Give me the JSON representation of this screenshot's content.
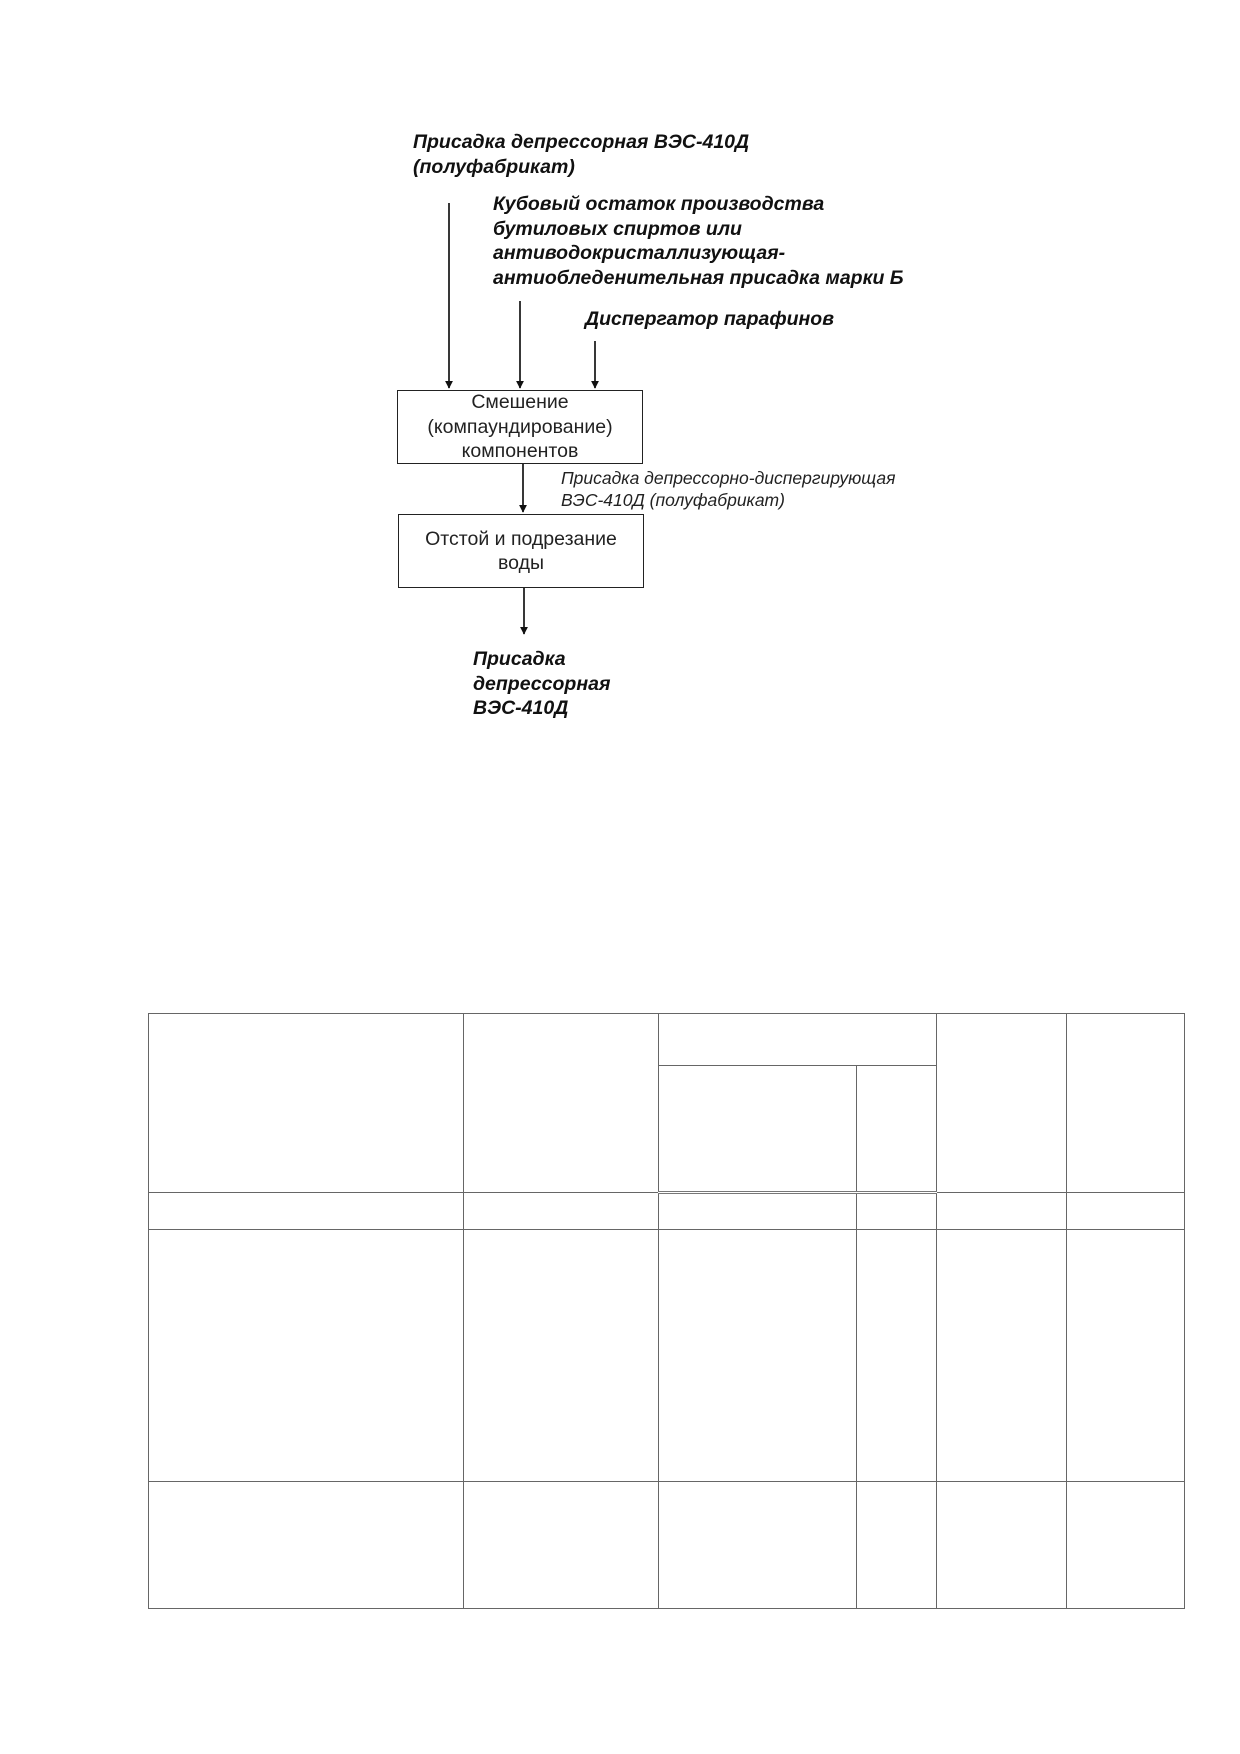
{
  "flow": {
    "input_main": {
      "lines": [
        "Присадка депрессорная ВЭС-410Д",
        "(полуфабрикат)"
      ]
    },
    "input_second": {
      "lines": [
        "Кубовый остаток производства",
        "бутиловых спиртов или",
        "антиводокристаллизующая-",
        "антиобледенительная присадка марки Б"
      ]
    },
    "input_third": {
      "lines": [
        "Диспергатор парафинов"
      ]
    },
    "step_mixing": {
      "lines": [
        "Смешение",
        "(компаундирование)",
        "компонентов"
      ]
    },
    "intermediate": {
      "lines": [
        "Присадка депрессорно-диспергирующая",
        "ВЭС-410Д (полуфабрикат)"
      ]
    },
    "step_settling": {
      "lines": [
        "Отстой и подрезание",
        "воды"
      ]
    },
    "output_product": {
      "lines": [
        "Присадка",
        "депрессорная",
        "ВЭС-410Д"
      ]
    }
  },
  "colors": {
    "line": "#222222",
    "grid": "#666666"
  }
}
